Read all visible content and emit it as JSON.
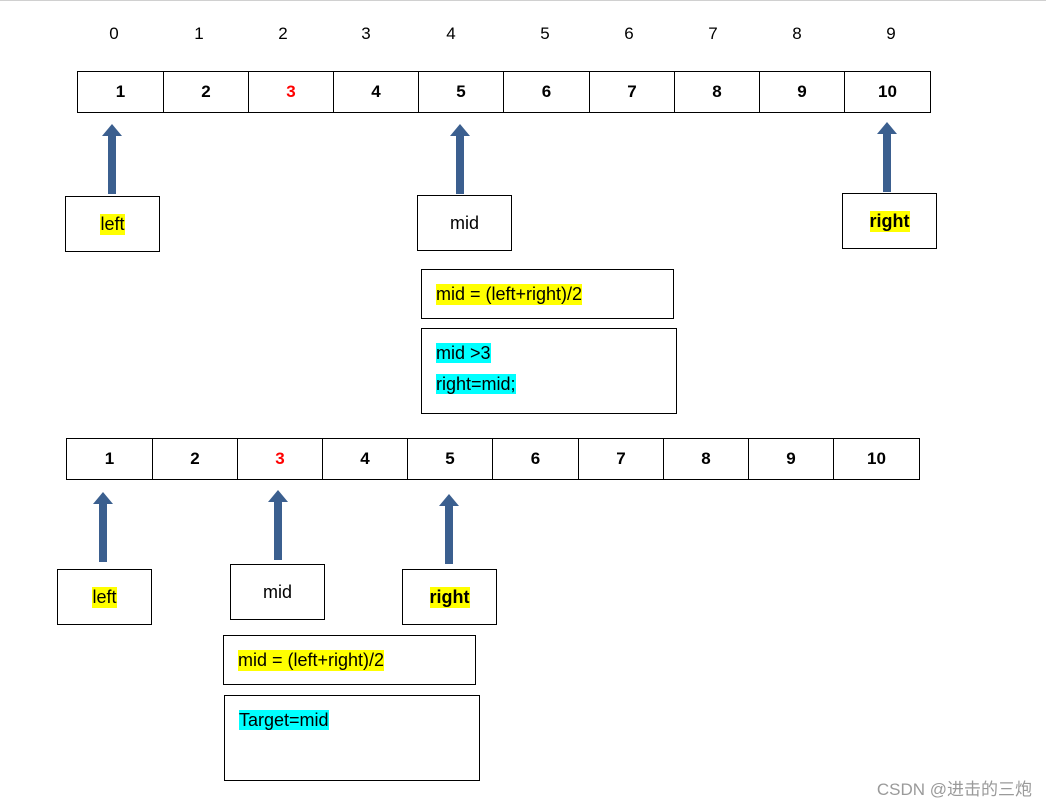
{
  "indices": [
    "0",
    "1",
    "2",
    "3",
    "4",
    "5",
    "6",
    "7",
    "8",
    "9"
  ],
  "top_array": [
    "1",
    "2",
    "3",
    "4",
    "5",
    "6",
    "7",
    "8",
    "9",
    "10"
  ],
  "bottom_array": [
    "1",
    "2",
    "3",
    "4",
    "5",
    "6",
    "7",
    "8",
    "9",
    "10"
  ],
  "target_index": 2,
  "colors": {
    "arrow": "#3b5f8f",
    "highlight_yellow": "#ffff00",
    "highlight_cyan": "#00ffff",
    "target_text": "#ff0000"
  },
  "step1": {
    "left_label": "left",
    "mid_label": "mid",
    "right_label": "right",
    "formula": "mid = (left+right)/2",
    "condition_line1": "mid >3",
    "condition_line2": "right=mid;"
  },
  "step2": {
    "left_label": "left",
    "mid_label": "mid",
    "right_label": "right",
    "formula": "mid = (left+right)/2",
    "result": "Target=mid"
  },
  "watermark": "CSDN @进击的三炮"
}
